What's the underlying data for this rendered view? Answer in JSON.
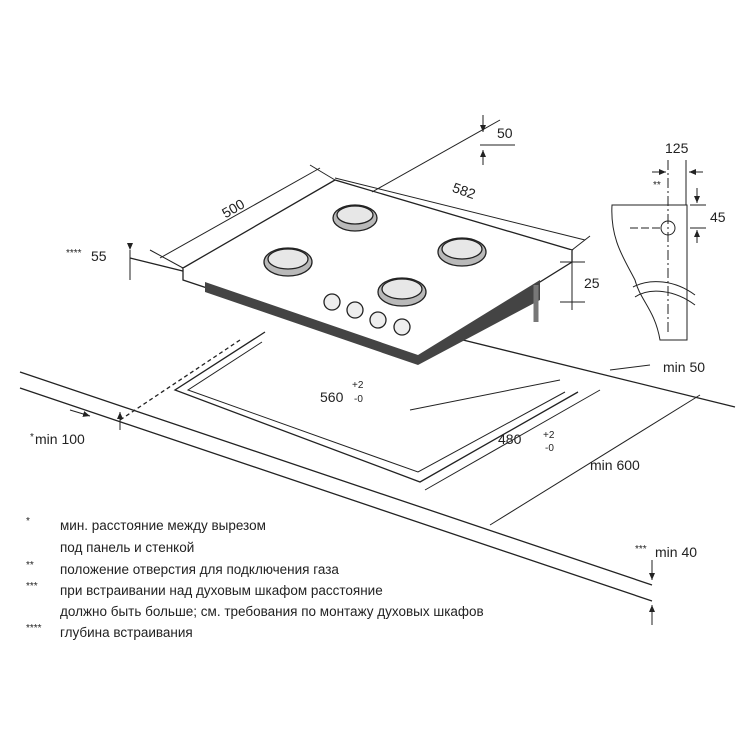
{
  "dimensions": {
    "depth_500": "500",
    "width_582": "582",
    "rear_gap_50": "50",
    "side_55": "55",
    "side_55_mark": "****",
    "height_25": "25",
    "cutout_width": "560",
    "cutout_depth": "480",
    "tol_plus": "+2",
    "tol_minus": "-0",
    "min_50": "min 50",
    "min_100": "min 100",
    "min_100_mark": "*",
    "min_600": "min 600",
    "min_40": "min 40",
    "min_40_mark": "***",
    "gas_125": "125",
    "gas_45": "45",
    "gas_mark": "**"
  },
  "notes": [
    {
      "mark": "*",
      "text": "мин. расстояние между вырезом"
    },
    {
      "mark": "",
      "text": "под панель и стенкой"
    },
    {
      "mark": "**",
      "text": "положение отверстия для подключения газа"
    },
    {
      "mark": "***",
      "text": "при встраивании над духовым шкафом расстояние"
    },
    {
      "mark": "",
      "text": "должно быть больше; см. требования по монтажу духовых шкафов"
    },
    {
      "mark": "****",
      "text": "глубина встраивания"
    }
  ]
}
